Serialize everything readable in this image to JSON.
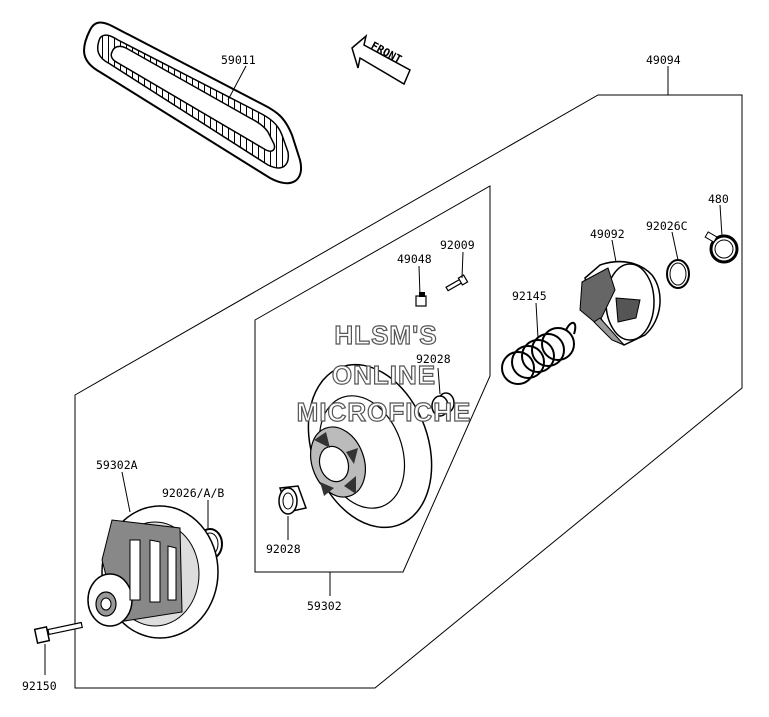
{
  "front_label": "FRONT",
  "watermark": [
    "HLSM'S",
    "ONLINE",
    "MICROFICHE"
  ],
  "parts": {
    "belt": "59011",
    "assembly": "49094",
    "clip": "480",
    "ring_c": "92026C",
    "cam": "49092",
    "spring": "92145",
    "pin": "92009",
    "slider": "49048",
    "bushing_upper": "92028",
    "fixed_sheave": "59302A",
    "ring_ab": "92026/A/B",
    "bushing_lower": "92028",
    "movable_sheave": "59302",
    "bolt": "92150"
  }
}
